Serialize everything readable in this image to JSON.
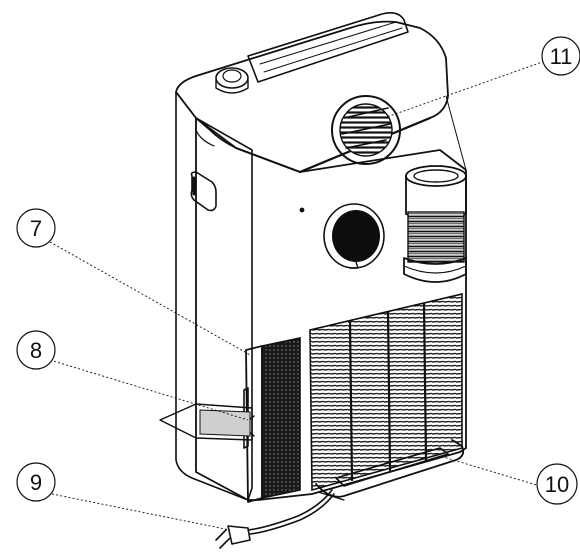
{
  "figure": {
    "callouts": [
      {
        "label": "7"
      },
      {
        "label": "8"
      },
      {
        "label": "9"
      },
      {
        "label": "10"
      },
      {
        "label": "11"
      }
    ]
  }
}
